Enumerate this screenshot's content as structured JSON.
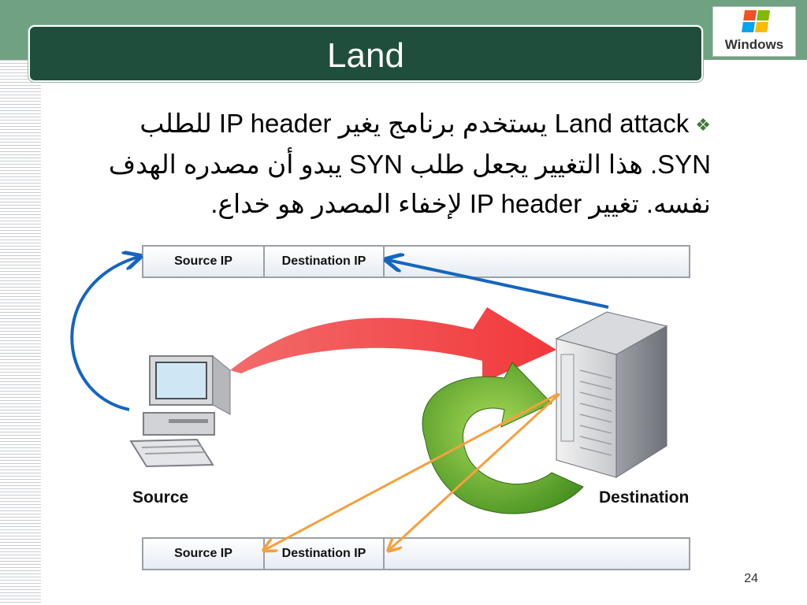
{
  "slide": {
    "title": "Land",
    "page_number": "24",
    "logo_text": "Windows",
    "bullet_text": "Land attack يستخدم برنامج يغير IP header للطلب SYN. هذا التغيير يجعل طلب SYN يبدو أن مصدره الهدف نفسه. تغيير IP header لإخفاء المصدر هو خداع."
  },
  "diagram": {
    "top_header": {
      "source_ip": "Source IP",
      "destination_ip": "Destination IP"
    },
    "bottom_header": {
      "source_ip": "Source IP",
      "destination_ip": "Destination IP"
    },
    "source_label": "Source",
    "destination_label": "Destination"
  },
  "colors": {
    "top_band": "#6fa283",
    "title_bar": "#1f4e3c",
    "bullet": "#3d7a36",
    "blue_arrow": "#1565c0",
    "orange_arrow": "#f5a03c",
    "red_arrow": "#f2383b",
    "green_arrow": "#4f9a22"
  },
  "icons": [
    "windows-logo-icon",
    "bullet-diamond-icon",
    "computer-icon",
    "server-icon"
  ]
}
